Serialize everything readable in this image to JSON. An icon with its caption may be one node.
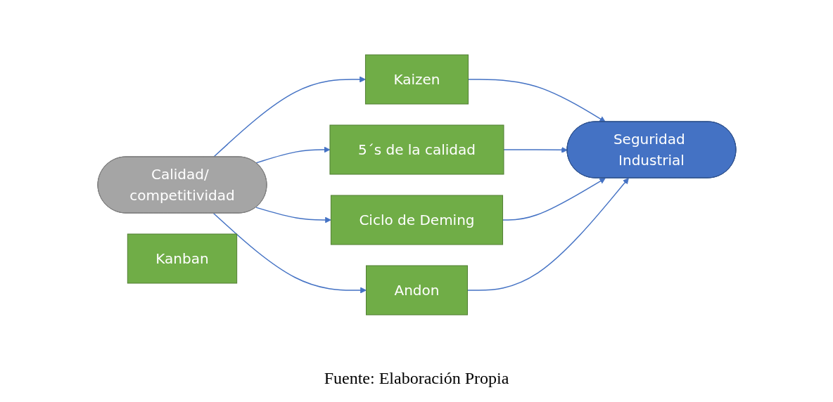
{
  "diagram": {
    "caption": "Fuente: Elaboración Propia",
    "nodes": [
      {
        "text": [
          "Calidad/ competitividad"
        ]
      },
      {
        "text": [
          "Kaizen"
        ]
      },
      {
        "text": [
          "5´s de la calidad"
        ]
      },
      {
        "text": [
          "Kanban"
        ]
      },
      {
        "text": [
          "Ciclo de Deming"
        ]
      },
      {
        "text": [
          "Andon"
        ]
      },
      {
        "text": [
          "Seguridad Industrial"
        ]
      }
    ],
    "edges": [
      {
        "from": 0,
        "to": 1,
        "arrow": "to"
      },
      {
        "from": 0,
        "to": 2,
        "arrow": "to"
      },
      {
        "from": 0,
        "to": 4,
        "arrow": "to"
      },
      {
        "from": 0,
        "to": 5,
        "arrow": "to"
      },
      {
        "from": 1,
        "to": 6,
        "arrow": "to"
      },
      {
        "from": 2,
        "to": 6,
        "arrow": "to"
      },
      {
        "from": 4,
        "to": 6,
        "arrow": "to"
      },
      {
        "from": 5,
        "to": 6,
        "arrow": "to"
      }
    ]
  }
}
